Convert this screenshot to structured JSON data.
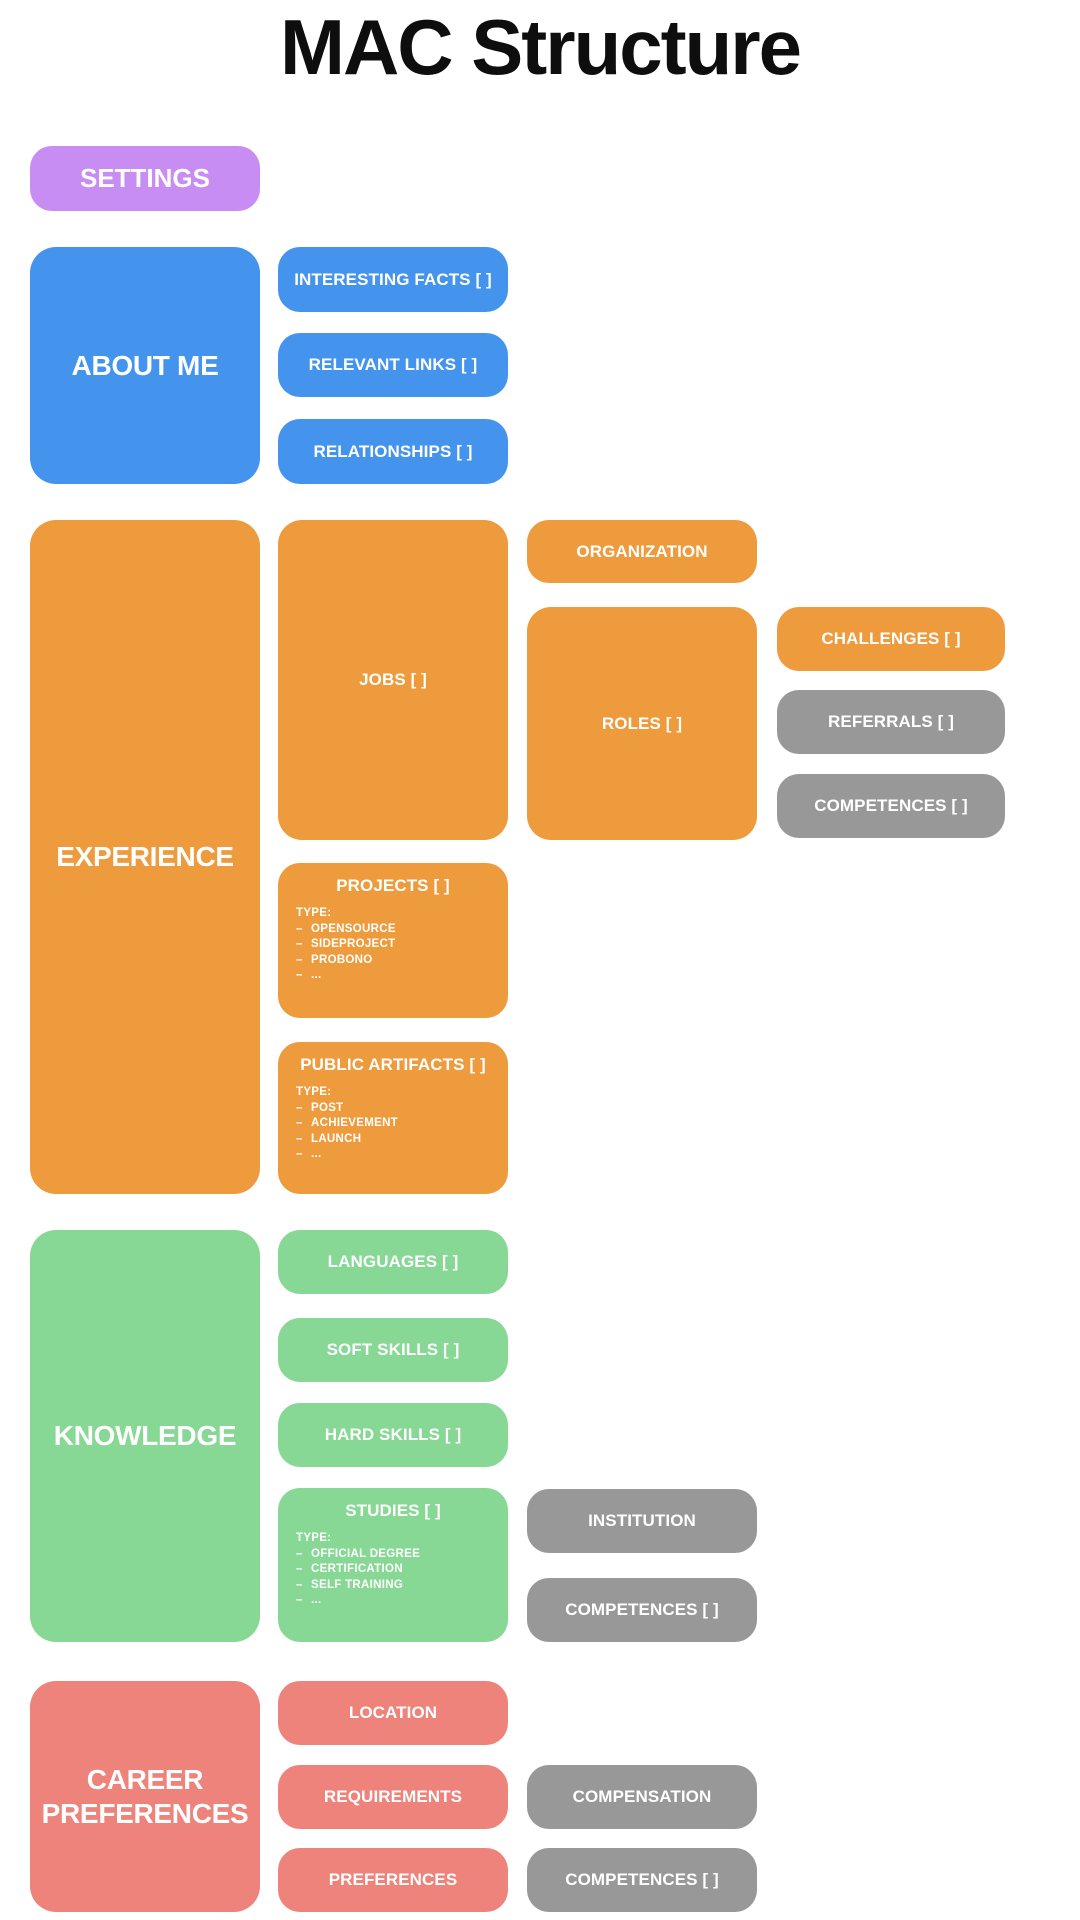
{
  "title": "MAC Structure",
  "colors": {
    "settings": "#c78df2",
    "about_me": "#4494ee",
    "experience": "#ed9b3d",
    "knowledge": "#87d795",
    "career_preferences": "#ee837b",
    "secondary_gray": "#989898",
    "node_text": "#ffffff",
    "title_text": "#0e0e0e",
    "background": "#ffffff"
  },
  "settings": {
    "label": "SETTINGS"
  },
  "about_me": {
    "label": "ABOUT ME",
    "interesting_facts": "INTERESTING FACTS [ ]",
    "relevant_links": "RELEVANT LINKS [ ]",
    "relationships": "RELATIONSHIPS [ ]"
  },
  "experience": {
    "label": "EXPERIENCE",
    "jobs": "JOBS [ ]",
    "organization": "ORGANIZATION",
    "roles": "ROLES [ ]",
    "challenges": "CHALLENGES [ ]",
    "referrals": "REFERRALS [ ]",
    "competences": "COMPETENCES [ ]",
    "projects": {
      "label": "PROJECTS [ ]",
      "type_label": "TYPE:",
      "types": [
        "OPENSOURCE",
        "SIDEPROJECT",
        "PROBONO",
        "..."
      ]
    },
    "public_artifacts": {
      "label": "PUBLIC ARTIFACTS [ ]",
      "type_label": "TYPE:",
      "types": [
        "POST",
        "ACHIEVEMENT",
        "LAUNCH",
        "..."
      ]
    }
  },
  "knowledge": {
    "label": "KNOWLEDGE",
    "languages": "LANGUAGES [ ]",
    "soft_skills": "SOFT SKILLS [ ]",
    "hard_skills": "HARD SKILLS [ ]",
    "studies": {
      "label": "STUDIES [ ]",
      "type_label": "TYPE:",
      "types": [
        "OFFICIAL DEGREE",
        "CERTIFICATION",
        "SELF TRAINING",
        "..."
      ]
    },
    "institution": "INSTITUTION",
    "competences": "COMPETENCES [ ]"
  },
  "career_preferences": {
    "label": "CAREER PREFERENCES",
    "location": "LOCATION",
    "requirements": "REQUIREMENTS",
    "preferences": "PREFERENCES",
    "compensation": "COMPENSATION",
    "competences": "COMPETENCES [ ]"
  }
}
